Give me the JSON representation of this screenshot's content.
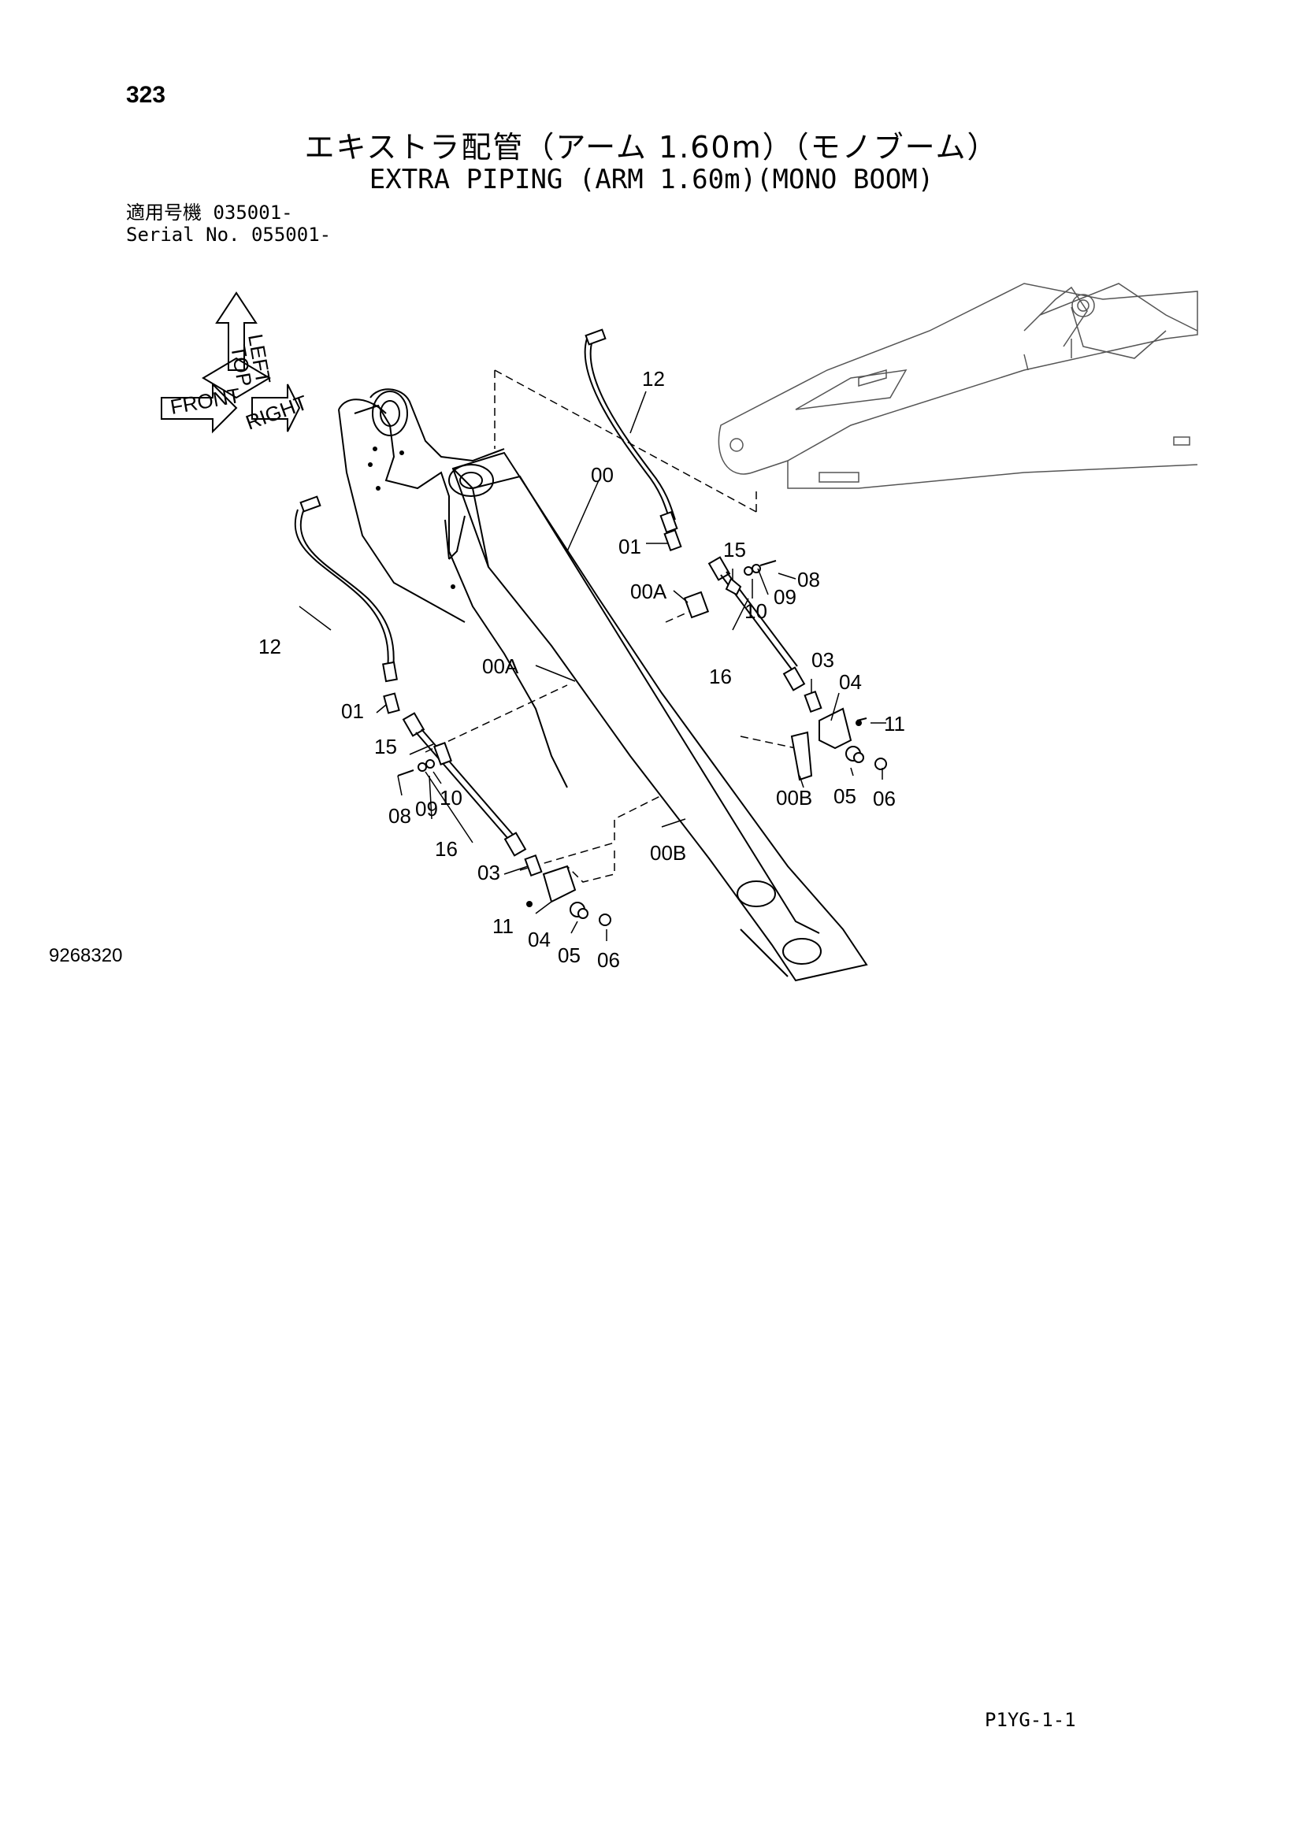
{
  "header": {
    "page_number": "323",
    "title_jp": "エキストラ配管（アーム 1.60m）（モノブーム）",
    "title_en": "EXTRA PIPING (ARM 1.60m)(MONO BOOM)",
    "serial_jp_label": "適用号機",
    "serial_jp_value": "035001-",
    "serial_en_label": "Serial No.",
    "serial_en_value": "055001-"
  },
  "orientation": {
    "front": "FRONT",
    "top": "TOP",
    "right": "RIGHT",
    "left": "LEFT"
  },
  "callouts": {
    "c12_upper": "12",
    "c12_left": "12",
    "c00": "00",
    "c01_upper": "01",
    "c01_lower": "01",
    "c15_upper": "15",
    "c15_lower": "15",
    "c08_upper": "08",
    "c08_lower": "08",
    "c09_upper": "09",
    "c09_lower": "09",
    "c10_upper": "10",
    "c10_lower": "10",
    "c00A_upper": "00A",
    "c00A_lower": "00A",
    "c16_upper": "16",
    "c16_lower": "16",
    "c03_upper": "03",
    "c03_lower": "03",
    "c04_upper": "04",
    "c04_lower": "04",
    "c11_upper": "11",
    "c11_lower": "11",
    "c00B_upper": "00B",
    "c00B_lower": "00B",
    "c05_upper": "05",
    "c05_lower": "05",
    "c06_upper": "06",
    "c06_lower": "06"
  },
  "footer": {
    "drawing_number": "9268320",
    "sheet_code": "P1YG-1-1"
  }
}
